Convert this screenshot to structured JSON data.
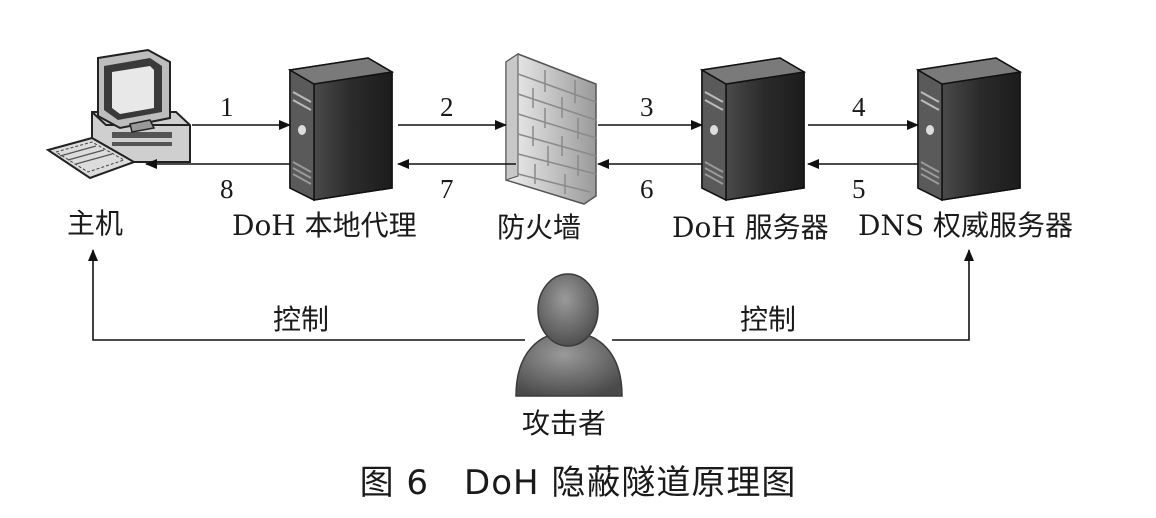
{
  "nodes": {
    "host": "主机",
    "doh_proxy": "DoH 本地代理",
    "firewall": "防火墙",
    "doh_server": "DoH 服务器",
    "dns_server": "DNS 权威服务器",
    "attacker": "攻击者"
  },
  "steps": {
    "s1": "1",
    "s2": "2",
    "s3": "3",
    "s4": "4",
    "s5": "5",
    "s6": "6",
    "s7": "7",
    "s8": "8"
  },
  "control": {
    "left": "控制",
    "right": "控制"
  },
  "caption": "图 6　DoH 隐蔽隧道原理图",
  "icons": {
    "host": "desktop-computer-icon",
    "server": "tower-server-icon",
    "firewall": "brick-wall-icon",
    "attacker": "person-silhouette-icon"
  }
}
